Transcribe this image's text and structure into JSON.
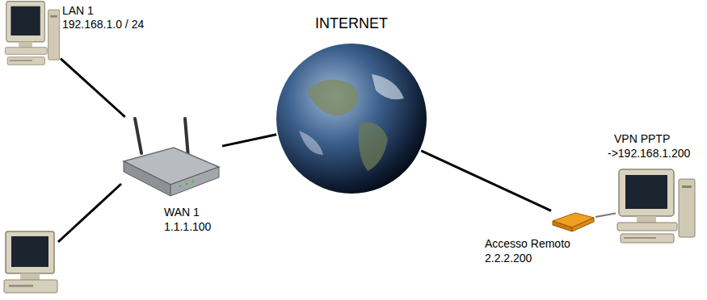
{
  "diagram": {
    "nodes": [
      {
        "text": [
          "LAN 1",
          "192.168.1.0 / 24"
        ]
      },
      {
        "text": [
          "WAN 1",
          "1.1.1.100"
        ]
      },
      {
        "text": [
          "INTERNET"
        ]
      },
      {
        "text": [
          "Accesso Remoto",
          "2.2.2.200"
        ]
      },
      {
        "text": [
          "VPN PPTP",
          "->192.168.1.200"
        ]
      }
    ],
    "edges": [
      {
        "from": 0,
        "to": 1,
        "arrow": "none"
      },
      {
        "from": 1,
        "to": 2,
        "arrow": "none"
      },
      {
        "from": 2,
        "to": 3,
        "arrow": "none"
      },
      {
        "from": 3,
        "to": 4,
        "arrow": "none"
      }
    ]
  }
}
